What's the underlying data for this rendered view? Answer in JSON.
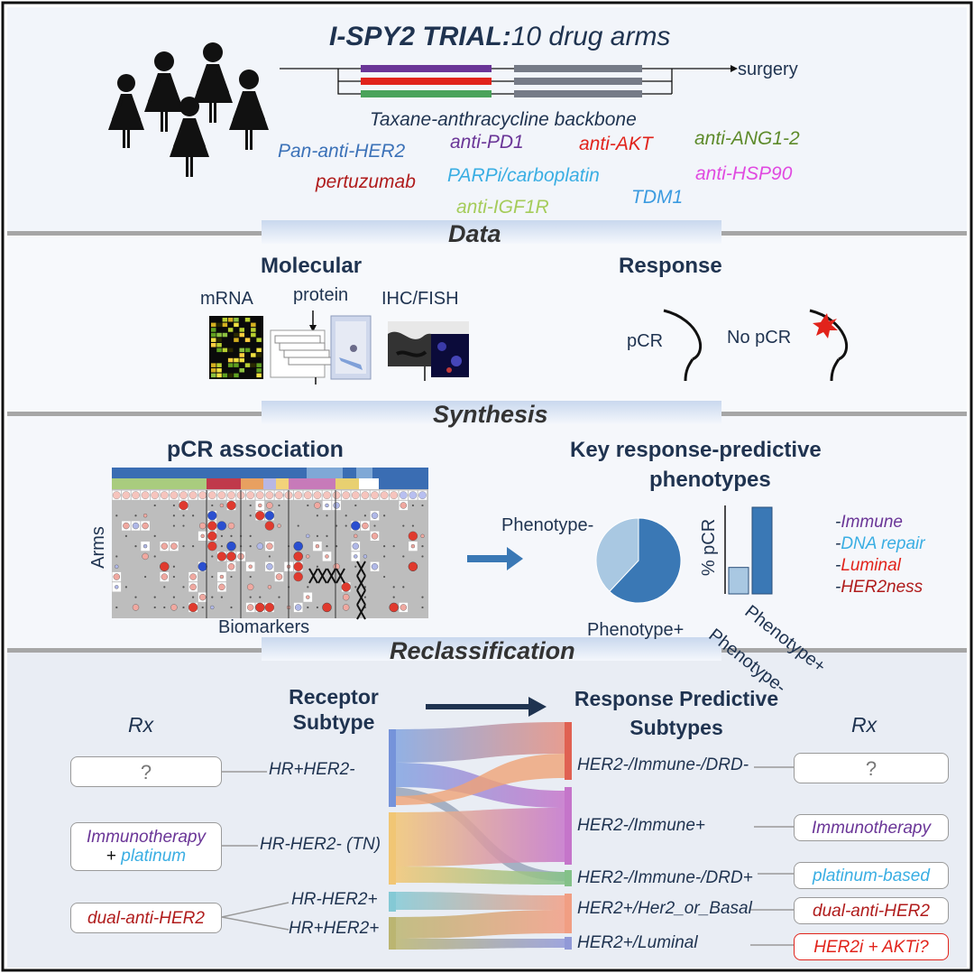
{
  "title": {
    "bold": "I-SPY2 TRIAL:",
    "rest": "10 drug arms"
  },
  "trial": {
    "surgery": "surgery",
    "backbone": "Taxane-anthracycline backbone",
    "drugs": [
      {
        "text": "Pan-anti-HER2",
        "color": "#3c72b8"
      },
      {
        "text": "pertuzumab",
        "color": "#b01c1c"
      },
      {
        "text": "anti-PD1",
        "color": "#6a3597"
      },
      {
        "text": "PARPi/carboplatin",
        "color": "#3aaee3"
      },
      {
        "text": "anti-IGF1R",
        "color": "#a5cc5a"
      },
      {
        "text": "anti-AKT",
        "color": "#e1231b"
      },
      {
        "text": "TDM1",
        "color": "#3c9be0"
      },
      {
        "text": "anti-ANG1-2",
        "color": "#5d8a2a"
      },
      {
        "text": "anti-HSP90",
        "color": "#e04ae0"
      }
    ],
    "arm_colors": [
      "#6a3597",
      "#e1231b",
      "#4aa35a"
    ]
  },
  "sections": {
    "data": "Data",
    "synthesis": "Synthesis",
    "reclassification": "Reclassification"
  },
  "data_panel": {
    "molecular": "Molecular",
    "mrna": "mRNA",
    "protein": "protein",
    "ihc": "IHC/FISH",
    "response": "Response",
    "pcr": "pCR",
    "no_pcr": "No pCR"
  },
  "synthesis_panel": {
    "assoc_title": "pCR association",
    "arms": "Arms",
    "biomarkers": "Biomarkers",
    "key_title_1": "Key response-predictive",
    "key_title_2": "phenotypes",
    "pheno_minus": "Phenotype-",
    "pheno_plus": "Phenotype+",
    "pct_pcr": "% pCR",
    "bar_label_minus": "Phenotype-",
    "bar_label_plus": "Phenotype+",
    "phenotypes": [
      {
        "text": "Immune",
        "color": "#6a3597"
      },
      {
        "text": "DNA repair",
        "color": "#3aaee3"
      },
      {
        "text": "Luminal",
        "color": "#e1231b"
      },
      {
        "text": "HER2ness",
        "color": "#b01c1c"
      }
    ]
  },
  "chart_data": {
    "type": "bar",
    "categories": [
      "Phenotype-",
      "Phenotype+"
    ],
    "values": [
      22,
      72
    ],
    "ylabel": "% pCR",
    "pie": {
      "type": "pie",
      "labels": [
        "Phenotype+",
        "Phenotype-"
      ],
      "values": [
        62,
        38
      ],
      "colors": [
        "#3a78b5",
        "#a9c8e2"
      ]
    }
  },
  "reclass_panel": {
    "rx_left": "Rx",
    "rx_right": "Rx",
    "receptor_title_1": "Receptor",
    "receptor_title_2": "Subtype",
    "response_title_1": "Response Predictive",
    "response_title_2": "Subtypes",
    "left_boxes": [
      {
        "line1": "?",
        "line2": "",
        "color": "#777777"
      },
      {
        "line1": "Immunotherapy",
        "line2a": "+ ",
        "line2b": "platinum",
        "color1": "#6a3597",
        "color2": "#3aaee3"
      },
      {
        "line1": "dual-anti-HER2",
        "color": "#b01c1c"
      }
    ],
    "receptor_subtypes": [
      "HR+HER2-",
      "HR-HER2- (TN)",
      "HR-HER2+",
      "HR+HER2+"
    ],
    "response_subtypes": [
      "HER2-/Immune-/DRD-",
      "HER2-/Immune+",
      "HER2-/Immune-/DRD+",
      "HER2+/Her2_or_Basal",
      "HER2+/Luminal"
    ],
    "right_boxes": [
      {
        "text": "?",
        "color": "#777777",
        "border": "#9a9a9a"
      },
      {
        "text": "Immunotherapy",
        "color": "#6a3597",
        "border": "#9a9a9a"
      },
      {
        "text": "platinum-based",
        "color": "#3aaee3",
        "border": "#9a9a9a"
      },
      {
        "text": "dual-anti-HER2",
        "color": "#b01c1c",
        "border": "#9a9a9a"
      },
      {
        "text": "HER2i + AKTi?",
        "color": "#e1231b",
        "border": "#e1231b"
      }
    ]
  }
}
